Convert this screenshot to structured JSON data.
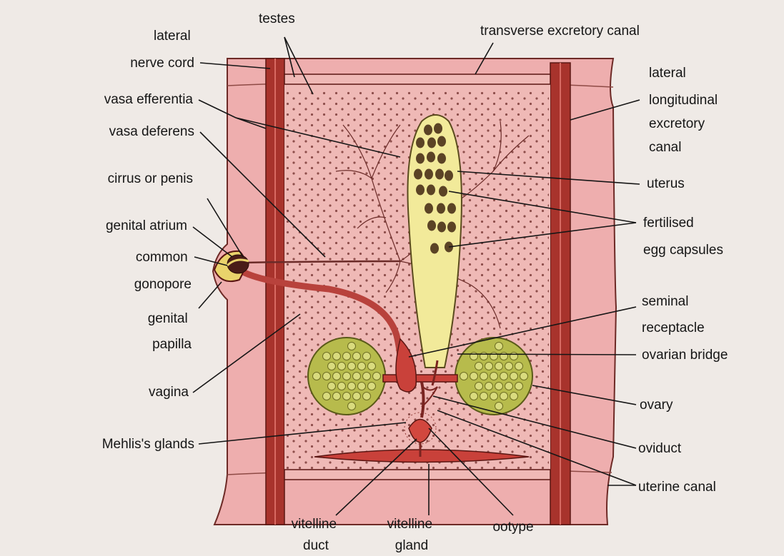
{
  "labels": {
    "testes": "testes",
    "transverse_excretory_canal": "transverse excretory canal",
    "lateral_nerve_cord": [
      "lateral",
      "nerve cord"
    ],
    "vasa_efferentia": "vasa efferentia",
    "vasa_deferens": "vasa deferens",
    "cirrus_or_penis": "cirrus or penis",
    "genital_atrium": "genital atrium",
    "common_gonopore": [
      "common",
      "gonopore"
    ],
    "genital_papilla": [
      "genital",
      "papilla"
    ],
    "vagina": "vagina",
    "mehlis_glands": "Mehlis's glands",
    "lateral_longitudinal_excretory_canal": [
      "lateral",
      "longitudinal",
      "excretory",
      "canal"
    ],
    "uterus": "uterus",
    "fertilised_egg_capsules": [
      "fertilised",
      "egg capsules"
    ],
    "seminal_receptacle": [
      "seminal",
      "receptacle"
    ],
    "ovarian_bridge": "ovarian bridge",
    "ovary": "ovary",
    "oviduct": "oviduct",
    "uterine_canal": "uterine canal",
    "vitelline_duct": [
      "vitelline",
      "duct"
    ],
    "vitelline_gland": [
      "vitelline",
      "gland"
    ],
    "ootype": "ootype"
  },
  "colors": {
    "background": "#efeae6",
    "proglottid": "#eeaeae",
    "interior": "#efb9b6",
    "canal": "#a8332c",
    "uterus": "#f2ea9a",
    "ovary": "#b7bb4c",
    "egg": "#5b4325"
  }
}
